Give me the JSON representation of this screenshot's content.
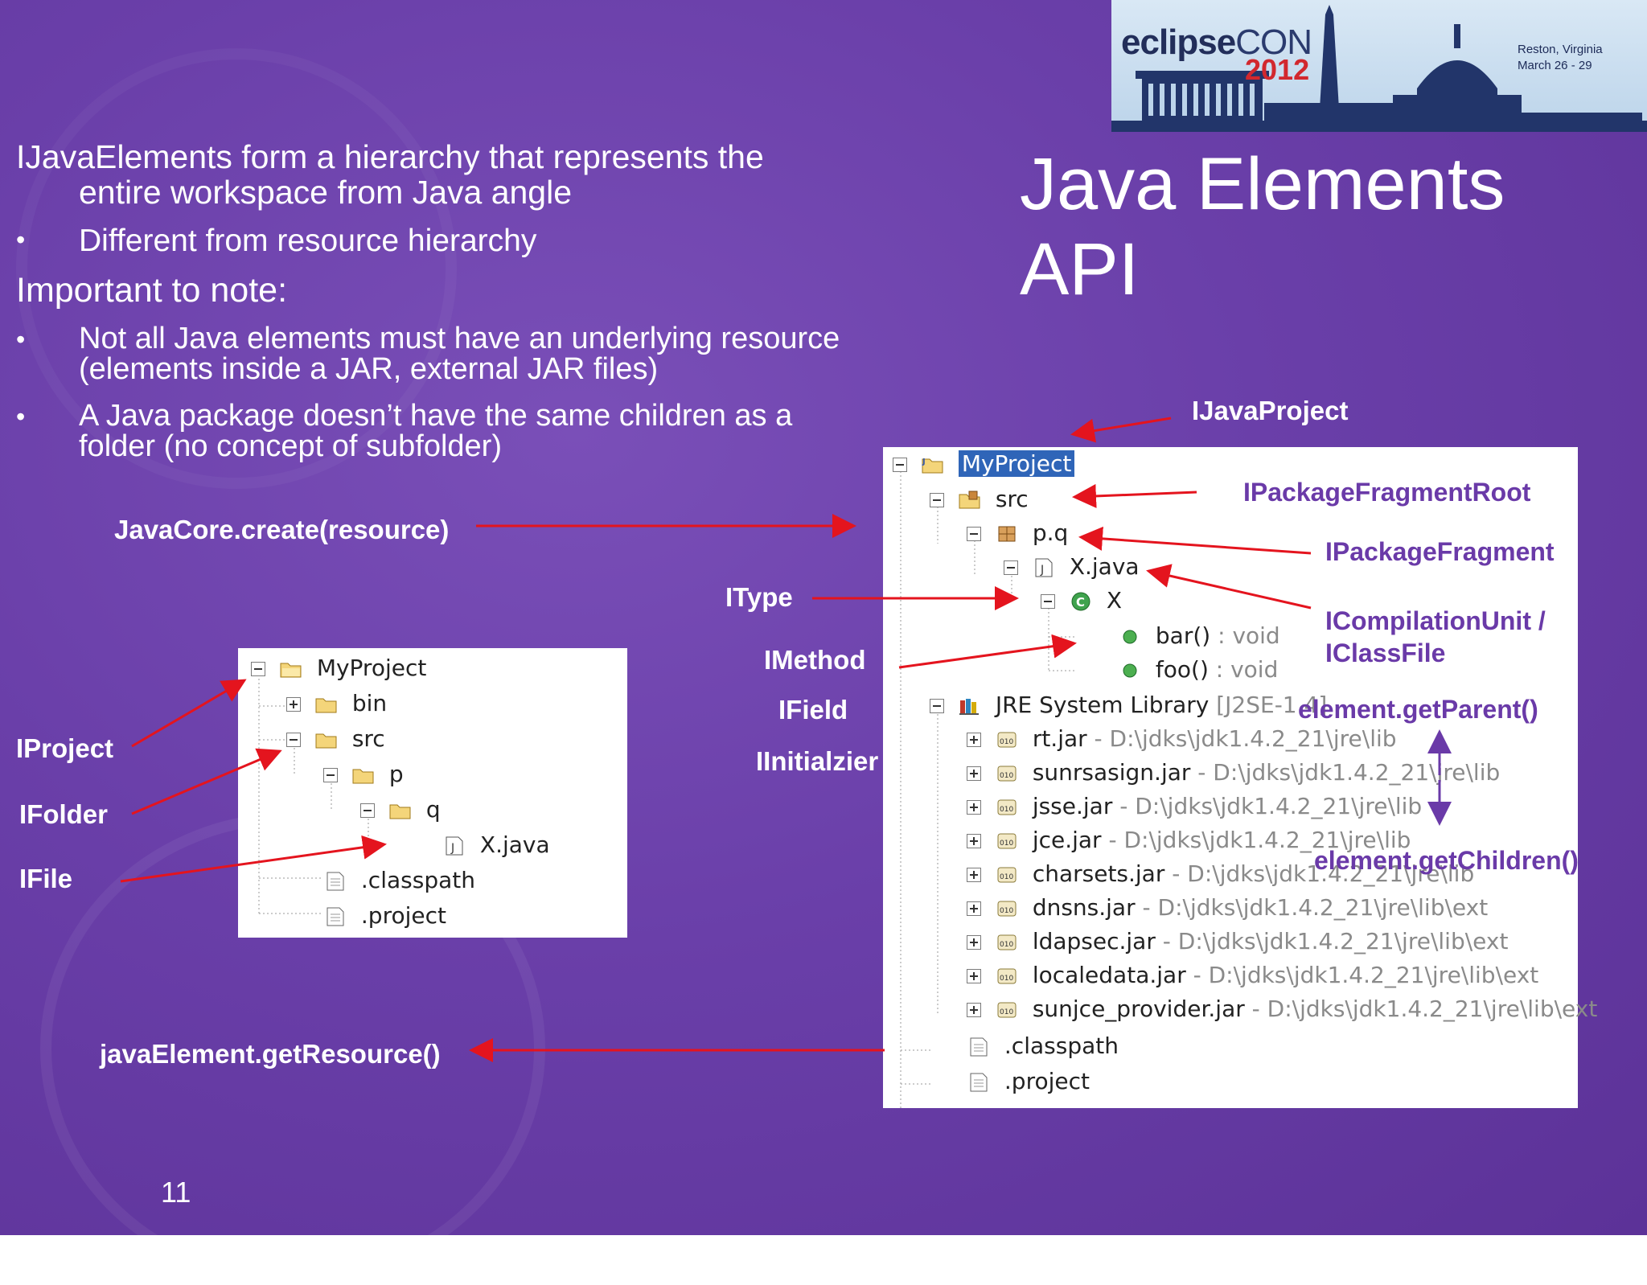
{
  "slide": {
    "title": "Java Elements API",
    "title_line1": "Java Elements",
    "title_line2": "API",
    "page_number": "11",
    "bullets": {
      "p1_line1": "IJavaElements form a hierarchy that represents the",
      "p1_line2": "entire workspace from Java angle",
      "b1": "Different from resource hierarchy",
      "p2": "Important to note:",
      "b2_line1": "Not all Java elements must have an underlying resource",
      "b2_line2": "(elements inside a JAR, external JAR files)",
      "b3_line1": "A Java package doesn’t have the same children as a",
      "b3_line2": "folder (no concept of subfolder)",
      "bullet_char": "•"
    }
  },
  "banner": {
    "brand": "eclipse",
    "brand_suffix": "CON",
    "year": "2012",
    "location": "Reston, Virginia",
    "dates": "March 26 - 29"
  },
  "labels": {
    "javacore_create": "JavaCore.create(resource)",
    "get_resource": "javaElement.getResource()",
    "iproject": "IProject",
    "ifolder": "IFolder",
    "ifile": "IFile",
    "itype": "IType",
    "imethod": "IMethod",
    "ifield": "IField",
    "iinitializer": "IInitialzier",
    "ijavaproject": "IJavaProject",
    "ipackagefragmentroot": "IPackageFragmentRoot",
    "ipackagefragment": "IPackageFragment",
    "icompilationunit_line1": "ICompilationUnit /",
    "icompilationunit_line2": "IClassFile",
    "get_parent": "element.getParent()",
    "get_children": "element.getChildren()"
  },
  "resource_tree": [
    {
      "label": "MyProject",
      "icon": "project-folder-icon"
    },
    {
      "label": "bin",
      "icon": "folder-icon"
    },
    {
      "label": "src",
      "icon": "folder-icon"
    },
    {
      "label": "p",
      "icon": "folder-icon"
    },
    {
      "label": "q",
      "icon": "folder-icon"
    },
    {
      "label": "X.java",
      "icon": "java-file-icon"
    },
    {
      "label": ".classpath",
      "icon": "text-file-icon"
    },
    {
      "label": ".project",
      "icon": "text-file-icon"
    }
  ],
  "java_tree": [
    {
      "label": "MyProject",
      "icon": "java-project-icon",
      "detail": ""
    },
    {
      "label": "src",
      "icon": "source-folder-icon",
      "detail": ""
    },
    {
      "label": "p.q",
      "icon": "package-icon",
      "detail": ""
    },
    {
      "label": "X.java",
      "icon": "java-file-icon",
      "detail": ""
    },
    {
      "label": "X",
      "icon": "class-icon",
      "detail": ""
    },
    {
      "label": "bar()",
      "icon": "method-icon",
      "detail": " : void"
    },
    {
      "label": "foo()",
      "icon": "method-icon",
      "detail": " : void"
    },
    {
      "label": "JRE System Library",
      "icon": "library-icon",
      "detail": " [J2SE-1.4]"
    },
    {
      "label": "rt.jar",
      "icon": "jar-icon",
      "detail": " - D:\\jdks\\jdk1.4.2_21\\jre\\lib"
    },
    {
      "label": "sunrsasign.jar",
      "icon": "jar-icon",
      "detail": " - D:\\jdks\\jdk1.4.2_21\\jre\\lib"
    },
    {
      "label": "jsse.jar",
      "icon": "jar-icon",
      "detail": " - D:\\jdks\\jdk1.4.2_21\\jre\\lib"
    },
    {
      "label": "jce.jar",
      "icon": "jar-icon",
      "detail": " - D:\\jdks\\jdk1.4.2_21\\jre\\lib"
    },
    {
      "label": "charsets.jar",
      "icon": "jar-icon",
      "detail": " - D:\\jdks\\jdk1.4.2_21\\jre\\lib"
    },
    {
      "label": "dnsns.jar",
      "icon": "jar-icon",
      "detail": " - D:\\jdks\\jdk1.4.2_21\\jre\\lib\\ext"
    },
    {
      "label": "ldapsec.jar",
      "icon": "jar-icon",
      "detail": " - D:\\jdks\\jdk1.4.2_21\\jre\\lib\\ext"
    },
    {
      "label": "localedata.jar",
      "icon": "jar-icon",
      "detail": " - D:\\jdks\\jdk1.4.2_21\\jre\\lib\\ext"
    },
    {
      "label": "sunjce_provider.jar",
      "icon": "jar-icon",
      "detail": " - D:\\jdks\\jdk1.4.2_21\\jre\\lib\\ext"
    },
    {
      "label": ".classpath",
      "icon": "text-file-icon",
      "detail": ""
    },
    {
      "label": ".project",
      "icon": "text-file-icon",
      "detail": ""
    }
  ],
  "colors": {
    "background": "#6a3fa9",
    "arrow": "#e4141e",
    "label_on_panel": "#6a3aa8",
    "selection": "#2f65b8"
  }
}
